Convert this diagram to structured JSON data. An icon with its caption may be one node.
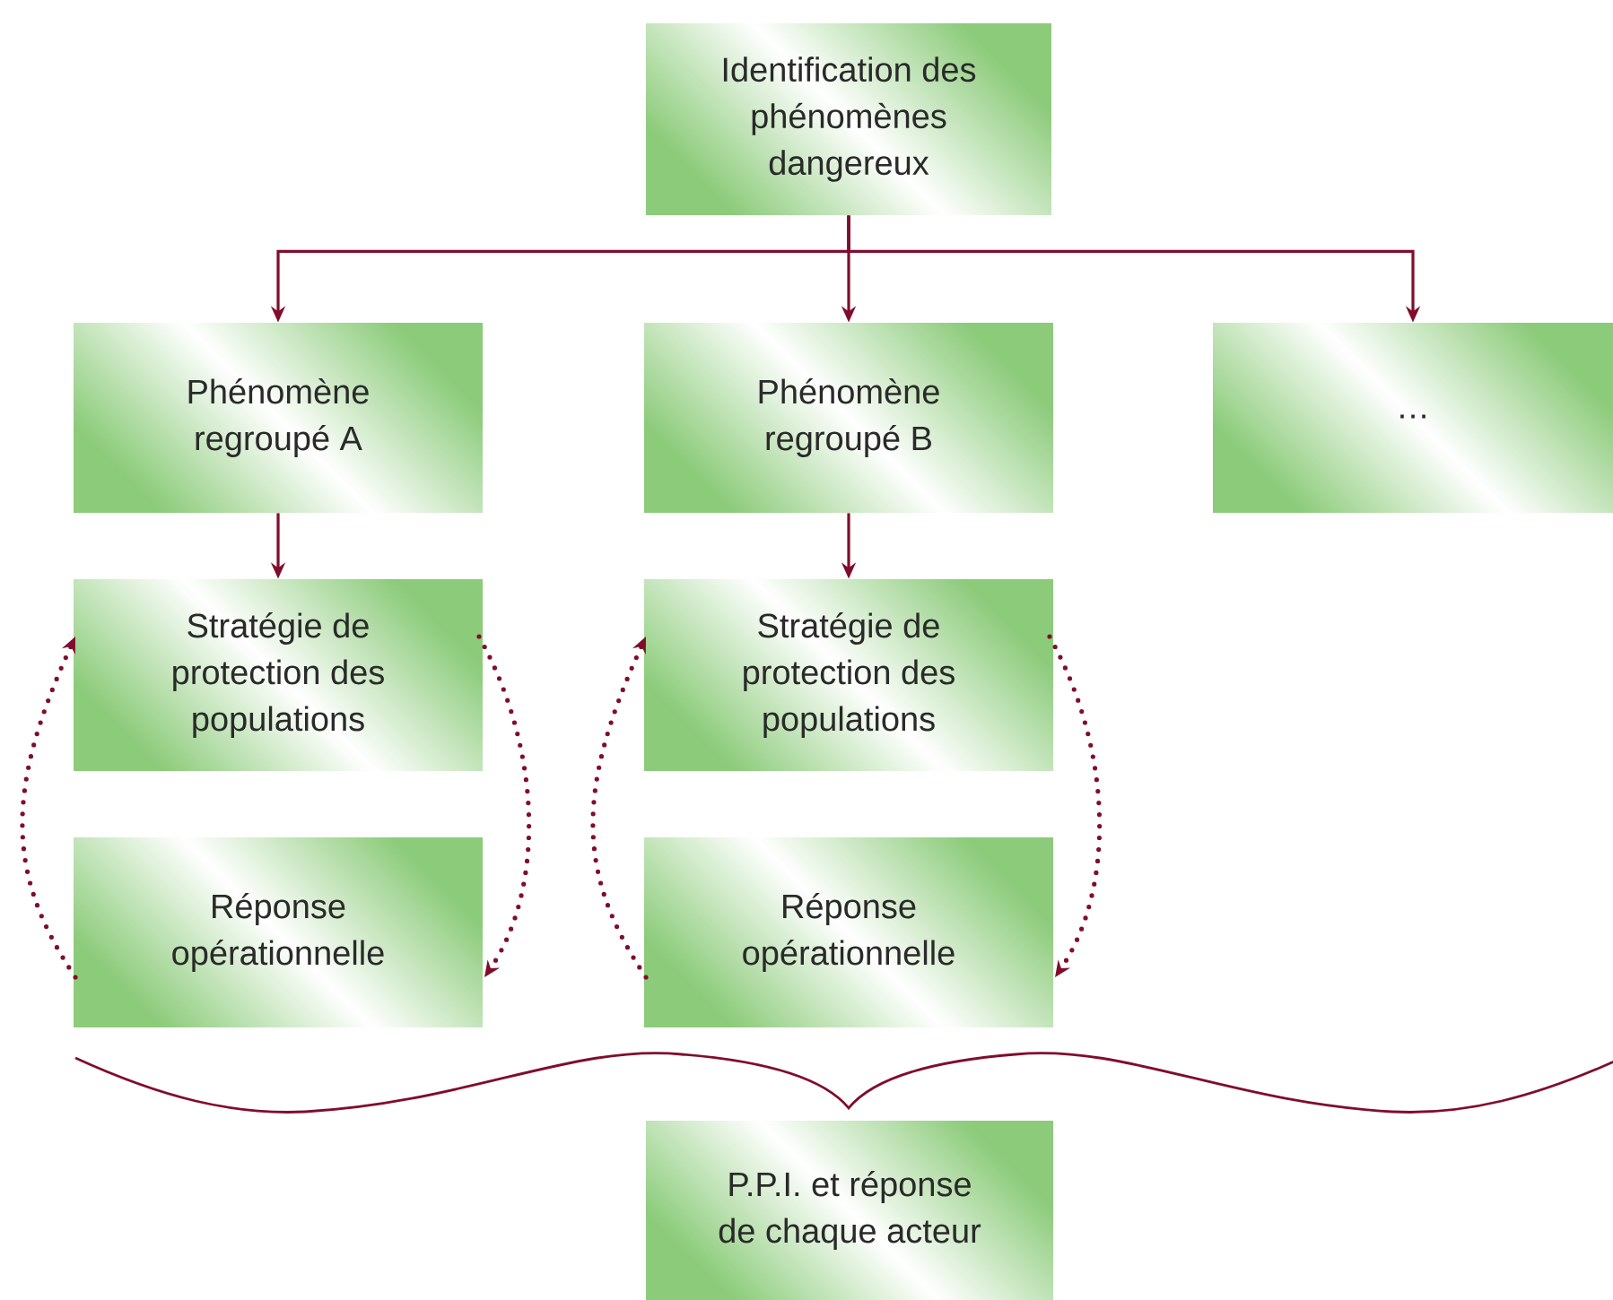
{
  "diagram": {
    "nodes": [
      {
        "text": [
          "Identification des phénomènes dangereux"
        ]
      },
      {
        "text": [
          "Phénomène regroupé A"
        ]
      },
      {
        "text": [
          "Phénomène regroupé B"
        ]
      },
      {
        "text": [
          "…"
        ]
      },
      {
        "text": [
          "Stratégie de protection des populations"
        ]
      },
      {
        "text": [
          "Réponse opérationnelle"
        ]
      },
      {
        "text": [
          "Stratégie de protection des populations"
        ]
      },
      {
        "text": [
          "Réponse opérationnelle"
        ]
      },
      {
        "text": [
          "P.P.I. et réponse de chaque acteur"
        ]
      }
    ],
    "edges": [
      {
        "from": 0,
        "to": 1,
        "arrow": "to"
      },
      {
        "from": 0,
        "to": 2,
        "arrow": "to"
      },
      {
        "from": 0,
        "to": 3,
        "arrow": "to"
      },
      {
        "from": 1,
        "to": 4,
        "arrow": "to"
      },
      {
        "from": 2,
        "to": 6,
        "arrow": "to"
      },
      {
        "from": 4,
        "to": 5,
        "arrow": "to",
        "style": "dashed"
      },
      {
        "from": 5,
        "to": 4,
        "arrow": "to",
        "style": "dashed"
      },
      {
        "from": 6,
        "to": 7,
        "arrow": "to",
        "style": "dashed"
      },
      {
        "from": 7,
        "to": 6,
        "arrow": "to",
        "style": "dashed"
      }
    ]
  }
}
